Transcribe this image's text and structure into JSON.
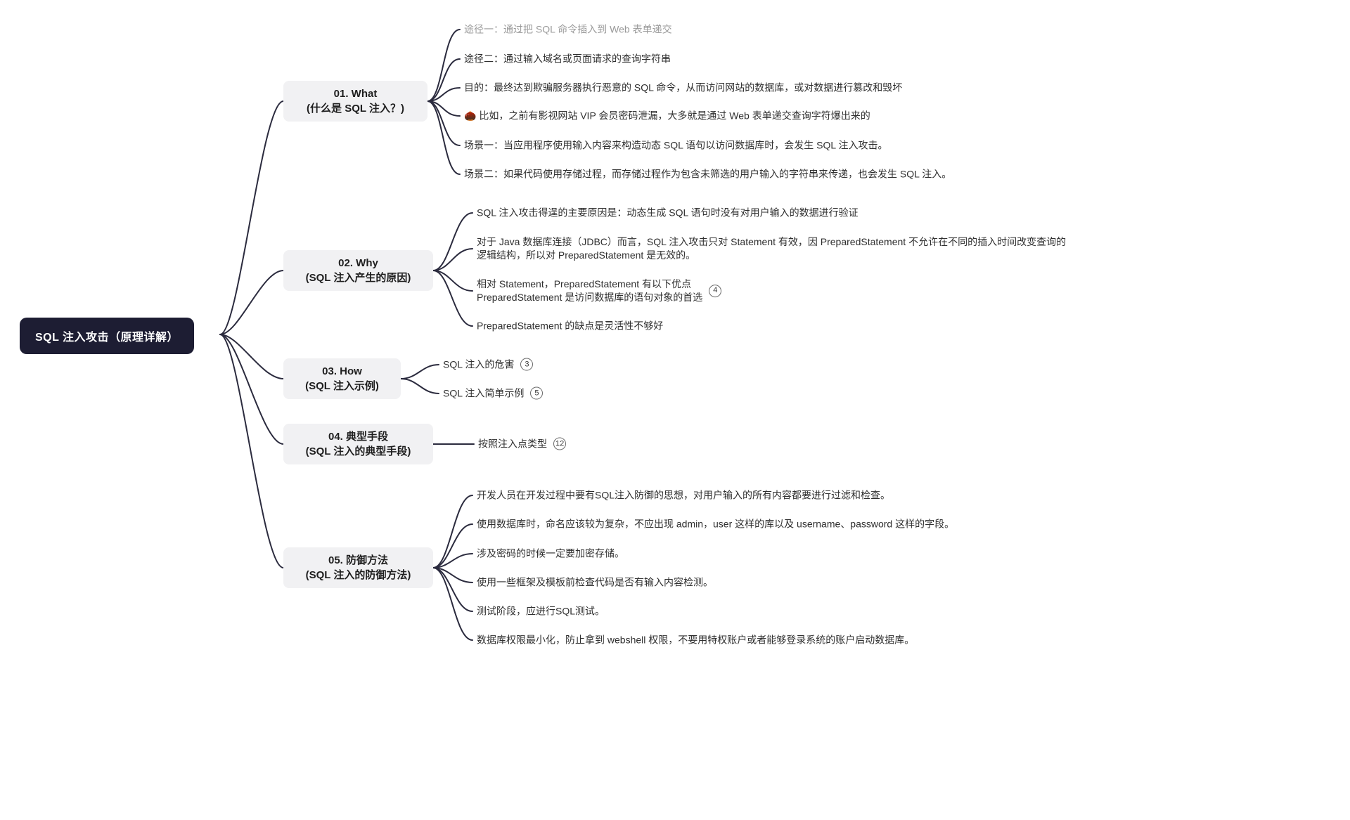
{
  "colors": {
    "root_bg": "#1d1d33",
    "branch_bg": "#f1f1f3",
    "connector": "#2b2b3e",
    "muted_text": "#9a9a9a"
  },
  "root": {
    "label": "SQL 注入攻击（原理详解）"
  },
  "branches": [
    {
      "title": "01. What",
      "subtitle": "(什么是 SQL 注入？)",
      "children": [
        {
          "text": "途径一：通过把 SQL 命令插入到 Web 表单递交"
        },
        {
          "text": "途径二：通过输入域名或页面请求的查询字符串"
        },
        {
          "text": "目的：最终达到欺骗服务器执行恶意的 SQL 命令，从而访问网站的数据库，或对数据进行篡改和毁坏"
        },
        {
          "text": "🌰 比如，之前有影视网站 VIP 会员密码泄漏，大多就是通过 Web 表单递交查询字符爆出来的"
        },
        {
          "text": "场景一：当应用程序使用输入内容来构造动态 SQL 语句以访问数据库时，会发生 SQL 注入攻击。"
        },
        {
          "text": "场景二：如果代码使用存储过程，而存储过程作为包含未筛选的用户输入的字符串来传递，也会发生 SQL 注入。"
        }
      ]
    },
    {
      "title": "02. Why",
      "subtitle": "(SQL 注入产生的原因)",
      "children": [
        {
          "text": "SQL 注入攻击得逞的主要原因是：动态生成 SQL 语句时没有对用户输入的数据进行验证"
        },
        {
          "text": "对于 Java 数据库连接（JDBC）而言，SQL 注入攻击只对 Statement 有效，因 PreparedStatement 不允许在不同的插入时间改变查询的逻辑结构，所以对 PreparedStatement 是无效的。"
        },
        {
          "text": "相对 Statement，PreparedStatement 有以下优点\nPreparedStatement 是访问数据库的语句对象的首选",
          "badge": "4"
        },
        {
          "text": "PreparedStatement 的缺点是灵活性不够好"
        }
      ]
    },
    {
      "title": "03. How",
      "subtitle": "(SQL 注入示例)",
      "children": [
        {
          "text": "SQL 注入的危害",
          "badge": "3"
        },
        {
          "text": "SQL 注入简单示例",
          "badge": "5"
        }
      ]
    },
    {
      "title": "04. 典型手段",
      "subtitle": "(SQL 注入的典型手段)",
      "children": [
        {
          "text": "按照注入点类型",
          "badge": "12"
        }
      ]
    },
    {
      "title": "05. 防御方法",
      "subtitle": "(SQL 注入的防御方法)",
      "children": [
        {
          "text": "开发人员在开发过程中要有SQL注入防御的思想，对用户输入的所有内容都要进行过滤和检查。"
        },
        {
          "text": "使用数据库时，命名应该较为复杂，不应出现 admin，user 这样的库以及 username、password 这样的字段。"
        },
        {
          "text": "涉及密码的时候一定要加密存储。"
        },
        {
          "text": "使用一些框架及模板前检查代码是否有输入内容检测。"
        },
        {
          "text": "测试阶段，应进行SQL测试。"
        },
        {
          "text": "数据库权限最小化，防止拿到 webshell 权限，不要用特权账户或者能够登录系统的账户启动数据库。"
        }
      ]
    }
  ]
}
